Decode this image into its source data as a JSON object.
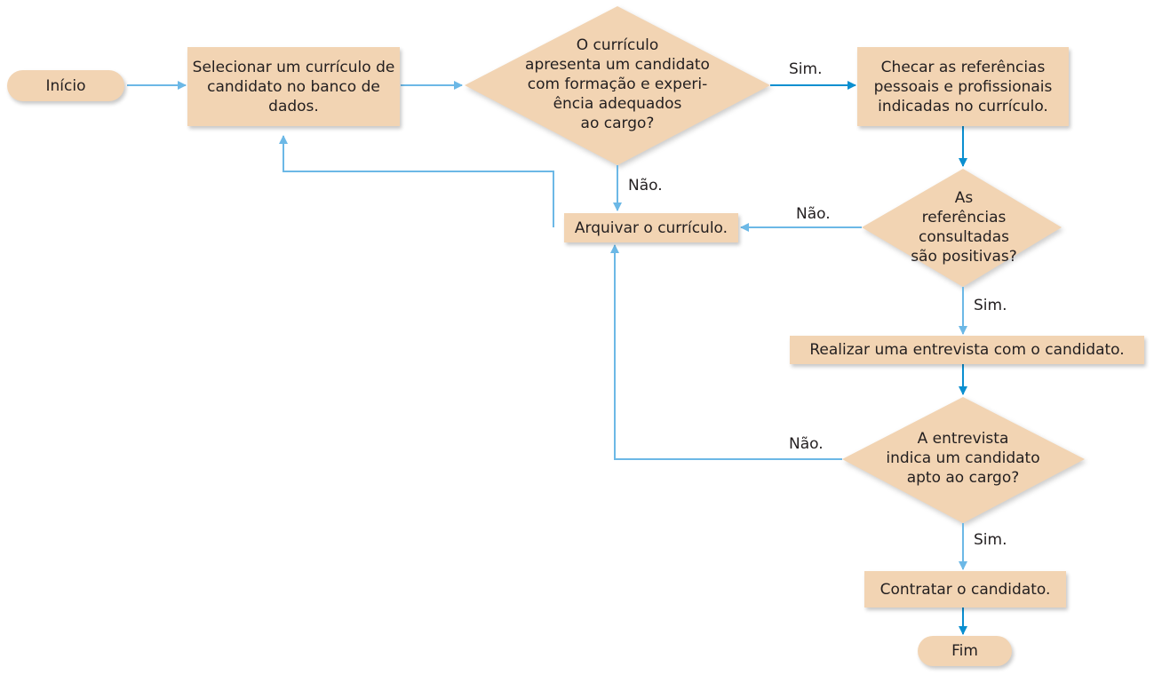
{
  "nodes": {
    "start": "Início",
    "select": "Selecionar um currículo de candidato no banco de dados.",
    "decision1": [
      "O currículo",
      "apresenta um candidato",
      "com formação e experi-",
      "ência adequados",
      "ao cargo?"
    ],
    "check_refs": "Checar as referências pessoais e profissionais indicadas no currículo.",
    "archive": "Arquivar o currículo.",
    "decision2": [
      "As",
      "referências",
      "consultadas",
      "são positivas?"
    ],
    "interview": "Realizar uma entrevista com o candidato.",
    "decision3": [
      "A entrevista",
      "indica um candidato",
      "apto ao cargo?"
    ],
    "hire": "Contratar o candidato.",
    "end": "Fim"
  },
  "edge_labels": {
    "d1_yes": "Sim.",
    "d1_no": "Não.",
    "d2_no": "Não.",
    "d2_yes": "Sim.",
    "d3_no": "Não.",
    "d3_yes": "Sim."
  },
  "colors": {
    "node_fill": "#f2d4b3",
    "arrow_light": "#6cb8e6",
    "arrow_dark": "#0a8fd0",
    "text": "#231f20"
  }
}
